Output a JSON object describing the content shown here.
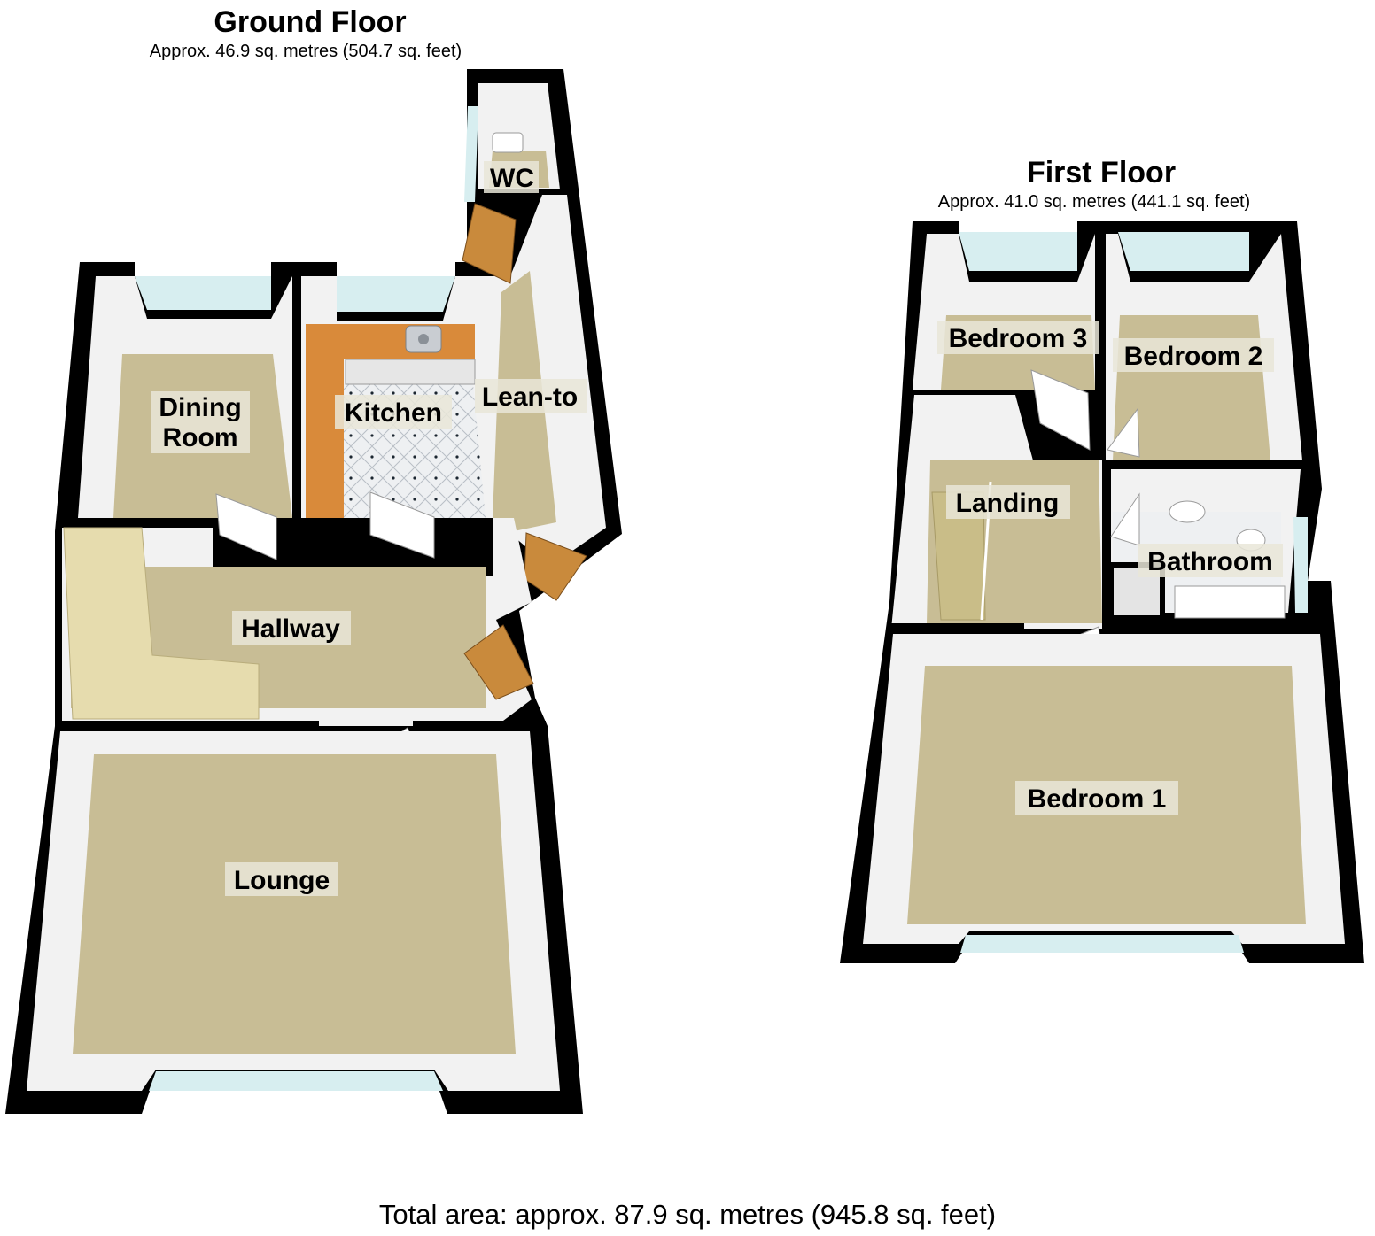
{
  "ground_floor": {
    "title": "Ground Floor",
    "area": "Approx. 46.9 sq. metres (504.7 sq. feet)",
    "rooms": {
      "dining_room_line1": "Dining",
      "dining_room_line2": "Room",
      "kitchen": "Kitchen",
      "lean_to": "Lean-to",
      "wc": "WC",
      "hallway": "Hallway",
      "lounge": "Lounge"
    }
  },
  "first_floor": {
    "title": "First Floor",
    "area": "Approx. 41.0 sq. metres (441.1 sq. feet)",
    "rooms": {
      "bedroom_3": "Bedroom 3",
      "bedroom_2": "Bedroom 2",
      "landing": "Landing",
      "bathroom": "Bathroom",
      "bedroom_1": "Bedroom 1"
    }
  },
  "total_area": "Total area: approx. 87.9 sq. metres (945.8 sq. feet)",
  "colors": {
    "wall": "#000000",
    "wall_face": "#f2f2f2",
    "carpet": "#c8bd95",
    "kitchen_worktop": "#d98a3a",
    "kitchen_floor": "#eef0f2",
    "window": "#d7eef0",
    "door": "#c98a3c"
  }
}
